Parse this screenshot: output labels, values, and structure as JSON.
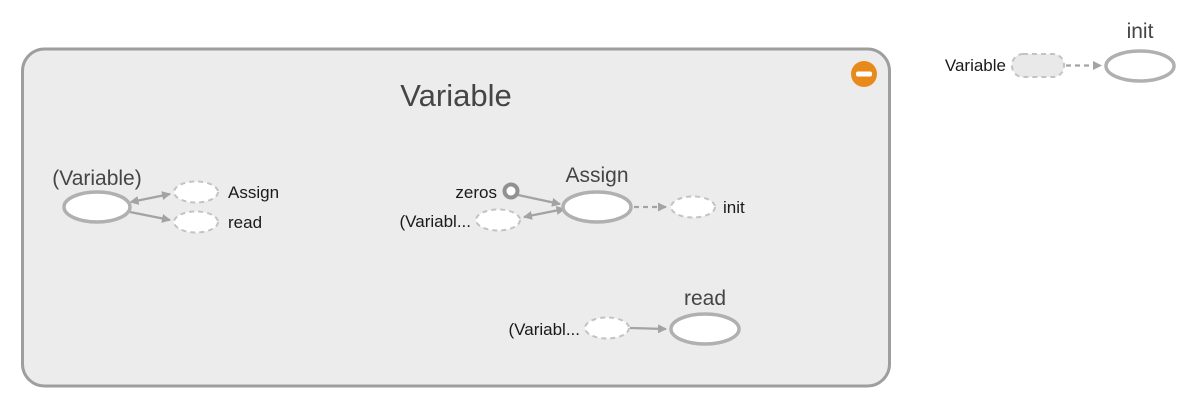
{
  "colors": {
    "canvas-bg": "#ffffff",
    "group-fill": "#ececec",
    "group-stroke": "#9e9e9e",
    "node-fill": "#ffffff",
    "node-stroke": "#b0b0b0",
    "dashed-stroke": "#c3c3c3",
    "proxy-fill": "#e9e9e9",
    "edge": "#a3a3a3",
    "title-text": "#454545",
    "label-text": "#1a1a1a",
    "collapse-accent": "#e8891c"
  },
  "graph": {
    "variable_group": {
      "title": "Variable",
      "collapse_button": "minus",
      "variable_op": {
        "label": "(Variable)",
        "annotations": [
          {
            "label": "Assign"
          },
          {
            "label": "read"
          }
        ]
      },
      "assign_op": {
        "title": "Assign",
        "annotations": [
          {
            "label": "zeros"
          },
          {
            "label": "(Variabl..."
          },
          {
            "label": "init"
          }
        ]
      },
      "read_op": {
        "title": "read",
        "annotations": [
          {
            "label": "(Variabl..."
          }
        ]
      }
    },
    "init_op": {
      "title": "init",
      "annotations": [
        {
          "label": "Variable"
        }
      ]
    }
  }
}
